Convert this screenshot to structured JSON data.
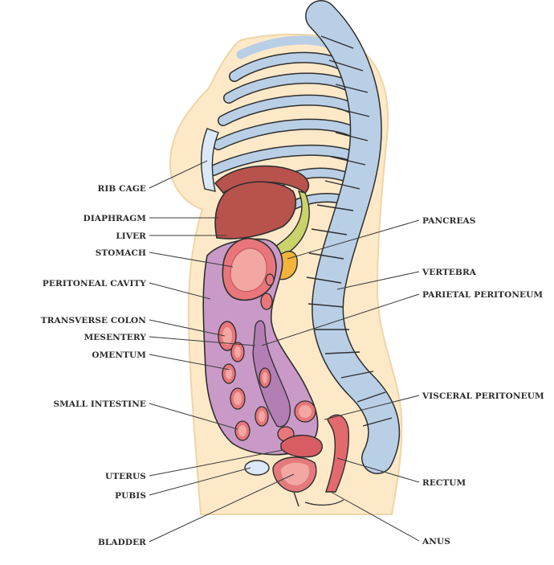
{
  "labels": {
    "rib_cage": "RIB CAGE",
    "diaphragm": "DIAPHRAGM",
    "liver": "LIVER",
    "stomach": "STOMACH",
    "peritoneal_cavity": "PERITONEAL CAVITY",
    "transverse_colon": "TRANSVERSE COLON",
    "mesentery": "MESENTERY",
    "omentum": "OMENTUM",
    "small_intestine": "SMALL INTESTINE",
    "uterus": "UTERUS",
    "pubis": "PUBIS",
    "bladder": "BLADDER",
    "pancreas": "PANCREAS",
    "vertebra": "VERTEBRA",
    "parietal_peritoneum": "PARIETAL PERITONEUM",
    "visceral_peritoneum": "VISCERAL PERITONEUM",
    "rectum": "RECTUM",
    "anus": "ANUS"
  },
  "colors": {
    "skin": "#fde9c8",
    "skin_outline": "#efd5a8",
    "bone": "#b9cfe6",
    "bone_light": "#dbe8f5",
    "liver": "#b8524d",
    "stomach": "#e8767a",
    "stomach_inner": "#f2a7a3",
    "peritoneum": "#c99ac7",
    "peritoneum_dark": "#b27eb4",
    "cavity": "#c9d36a",
    "diaphragm": "#b8524d",
    "pancreas": "#f3b43a",
    "bladder": "#e47a7c",
    "rectum": "#e2696d",
    "uterus": "#d85d62"
  }
}
